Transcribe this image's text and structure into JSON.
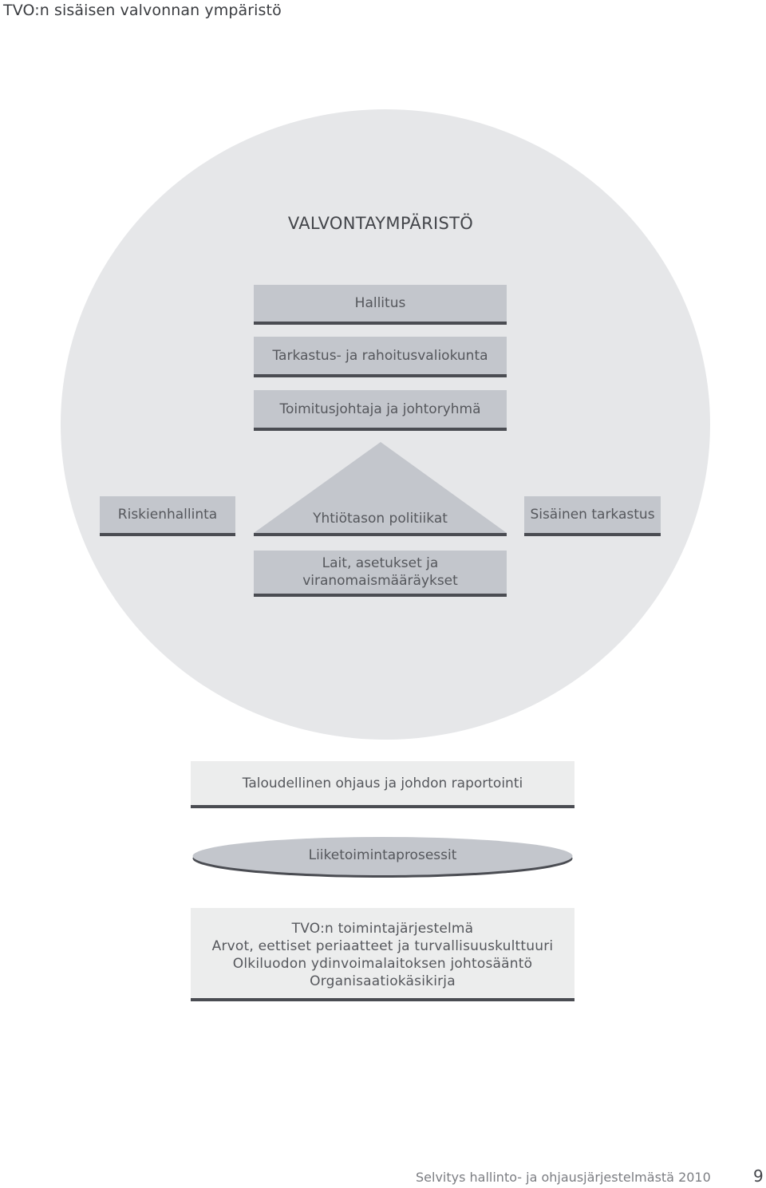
{
  "header": {
    "title": "TVO:n sisäisen valvonnan ympäristö"
  },
  "diagram": {
    "heading": "VALVONTAYMPÄRISTÖ",
    "hallitus": "Hallitus",
    "tarkastus": "Tarkastus- ja rahoitusvaliokunta",
    "toimitusjohtaja": "Toimitusjohtaja ja johtoryhmä",
    "riskienhallinta": "Riskienhallinta",
    "politiikat": "Yhtiötason politiikat",
    "sisainen": "Sisäinen tarkastus",
    "lait_line1": "Lait, asetukset ja",
    "lait_line2": "viranomaismääräykset",
    "talous": "Taloudellinen ohjaus ja johdon raportointi",
    "prosessit": "Liiketoimintaprosessit",
    "tvo_lines": [
      "TVO:n toimintajärjestelmä",
      "Arvot, eettiset periaatteet ja turvallisuuskulttuuri",
      "Olkiluodon ydinvoimalaitoksen johtosääntö",
      "Organisaatiokäsikirja"
    ]
  },
  "colors": {
    "circle": "#e6e7e9",
    "box_dark": "#c3c6cc",
    "box_light": "#eceded",
    "border": "#4a4c52",
    "ellipse": "#c3c6cc"
  },
  "footer": {
    "text": "Selvitys hallinto- ja ohjausjärjestelmästä 2010",
    "page_number": "9"
  }
}
